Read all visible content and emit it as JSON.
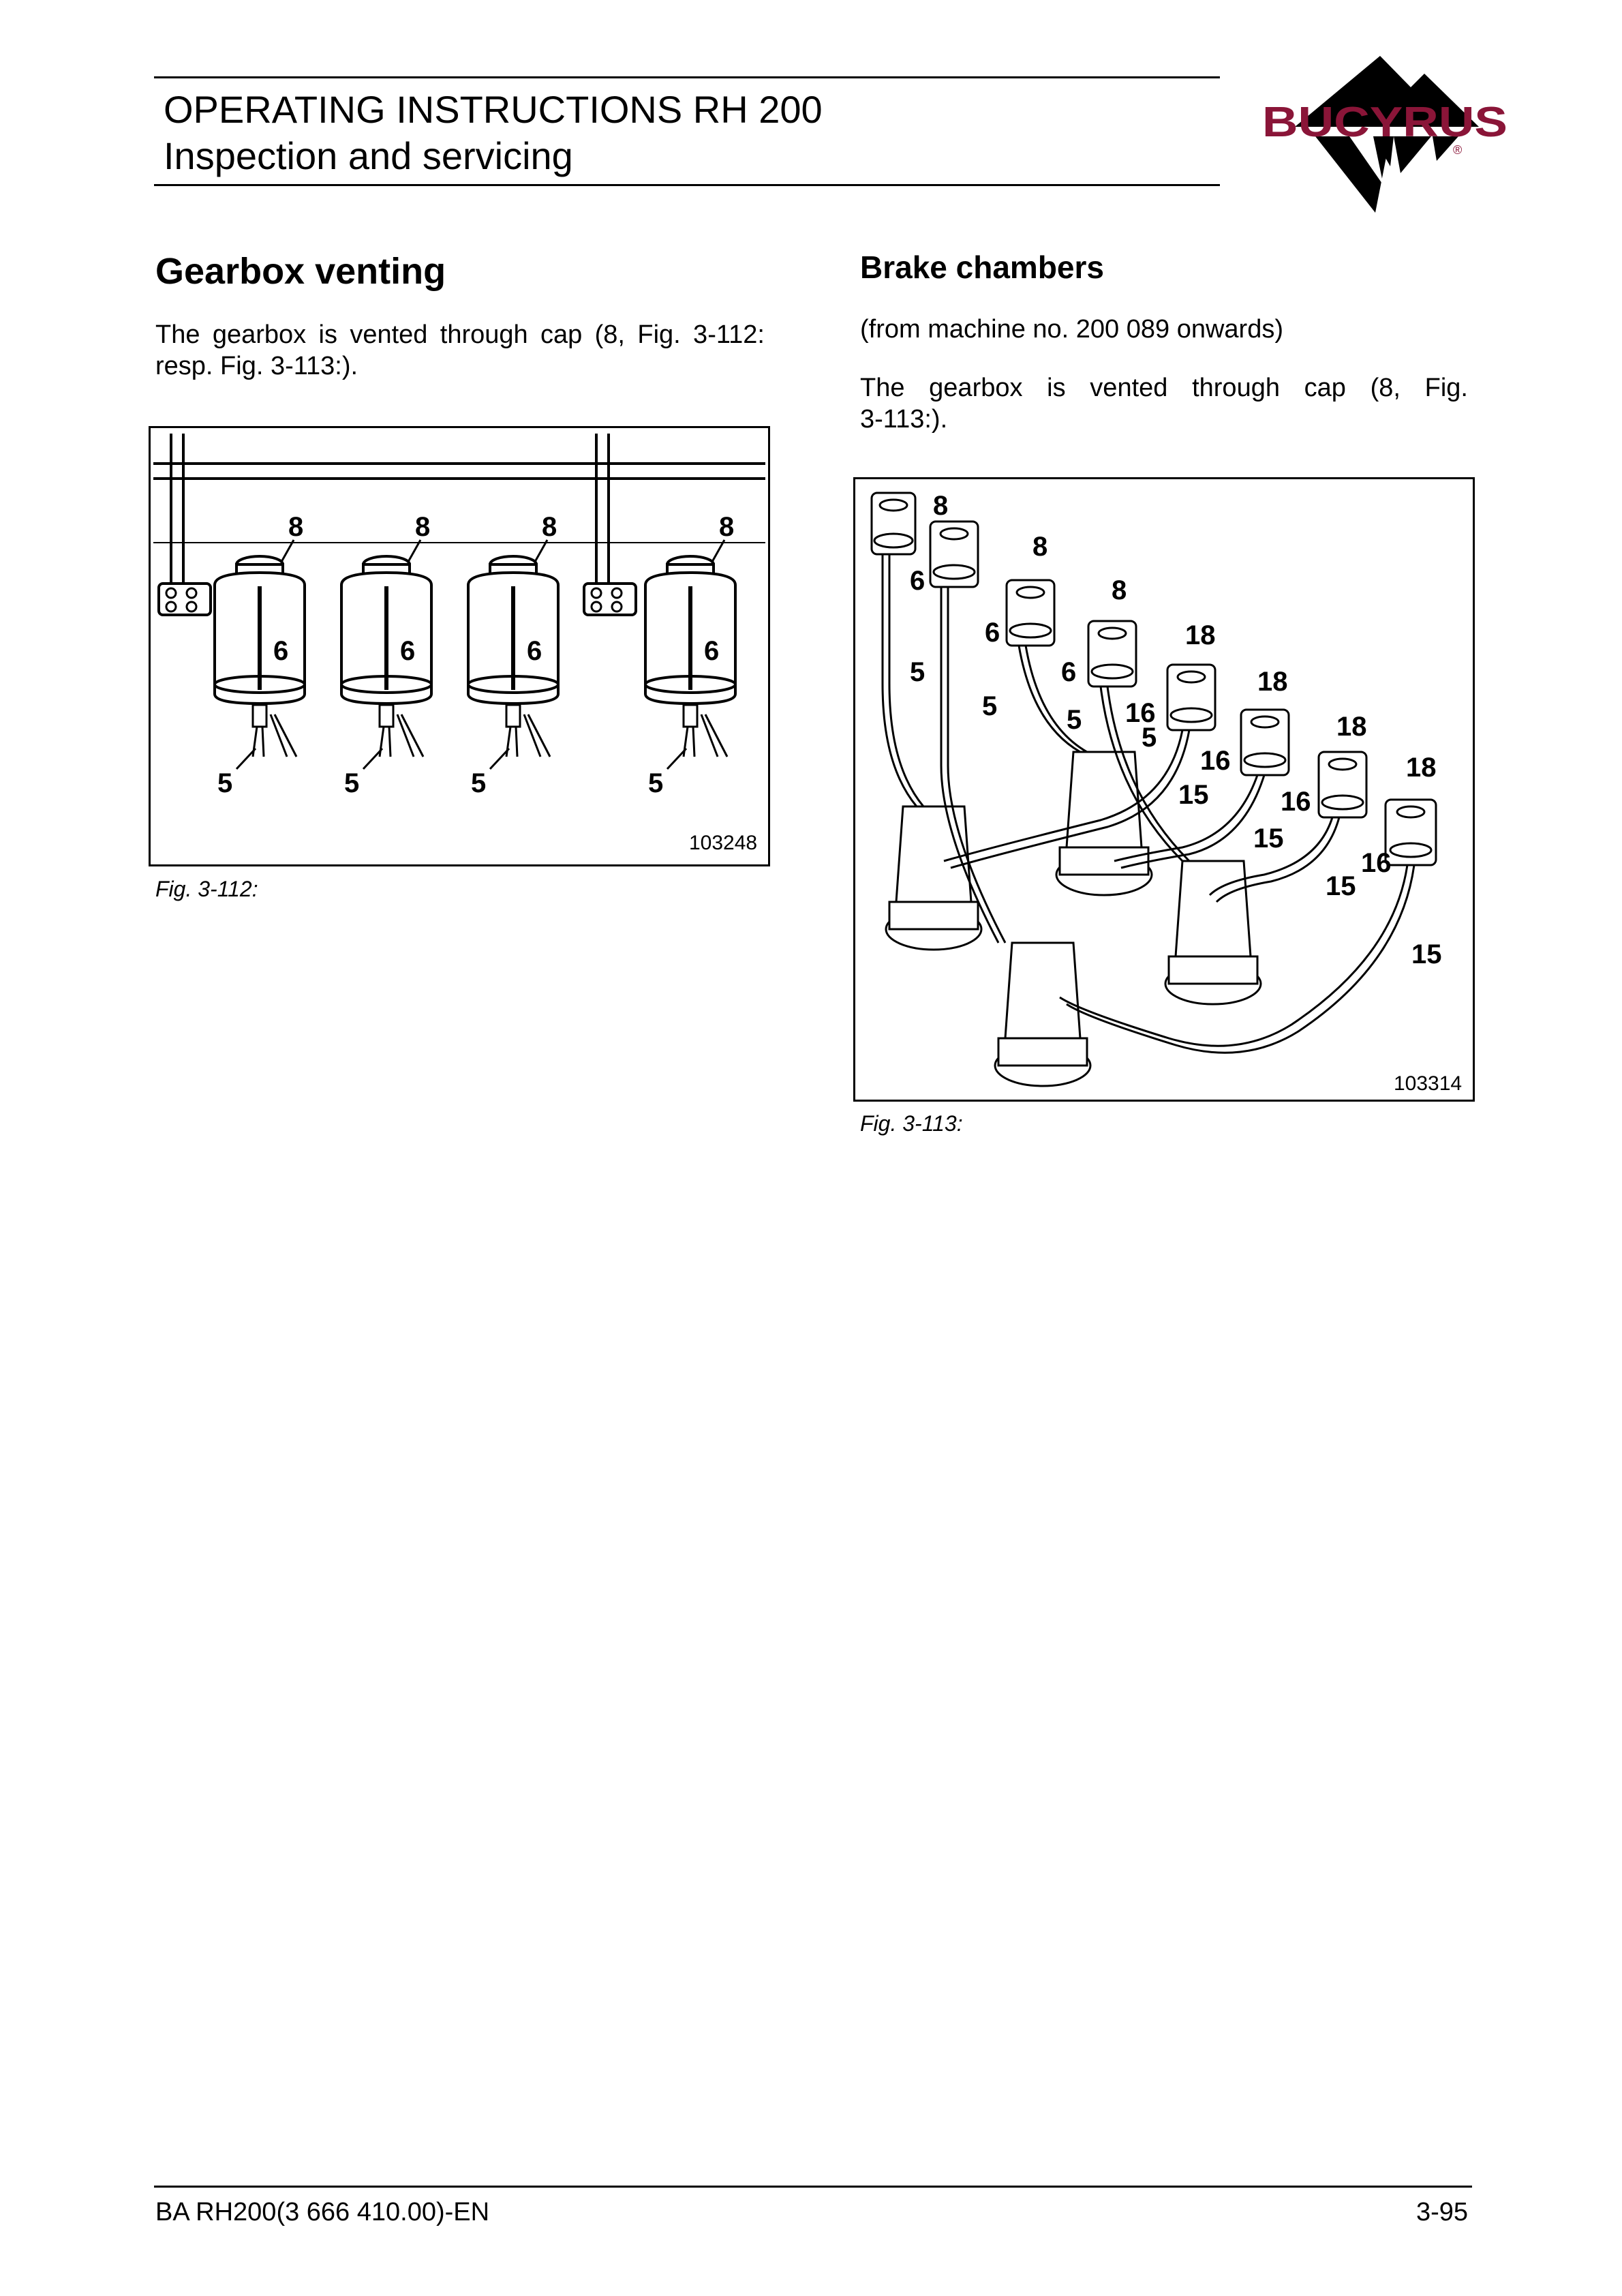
{
  "header": {
    "title": "OPERATING INSTRUCTIONS RH 200",
    "subtitle": "Inspection and servicing",
    "logo_text": "BUCYRUS",
    "logo_registered": "®"
  },
  "left": {
    "heading": "Gearbox venting",
    "text_line1": "The gearbox is vented through cap (8, Fig. 3-112:",
    "text_line2": "resp. Fig. 3-113:).",
    "figure": {
      "number": "103248",
      "caption": "Fig. 3-112:",
      "callouts": {
        "cap": "8",
        "sight_glass": "6",
        "hose": "5"
      }
    }
  },
  "right": {
    "heading": "Brake chambers",
    "note": "(from machine no. 200 089 onwards)",
    "text_line1": "The gearbox is vented through cap (8, Fig.",
    "text_line2": "3-113:).",
    "figure": {
      "number": "103314",
      "caption": "Fig. 3-113:",
      "callouts": {
        "cap": "8",
        "sight_glass": "6",
        "hose": "5",
        "bracket": "18",
        "fitting": "16",
        "line": "15"
      }
    }
  },
  "footer": {
    "doc_id": "BA RH200(3 666 410.00)-EN",
    "page": "3-95"
  }
}
